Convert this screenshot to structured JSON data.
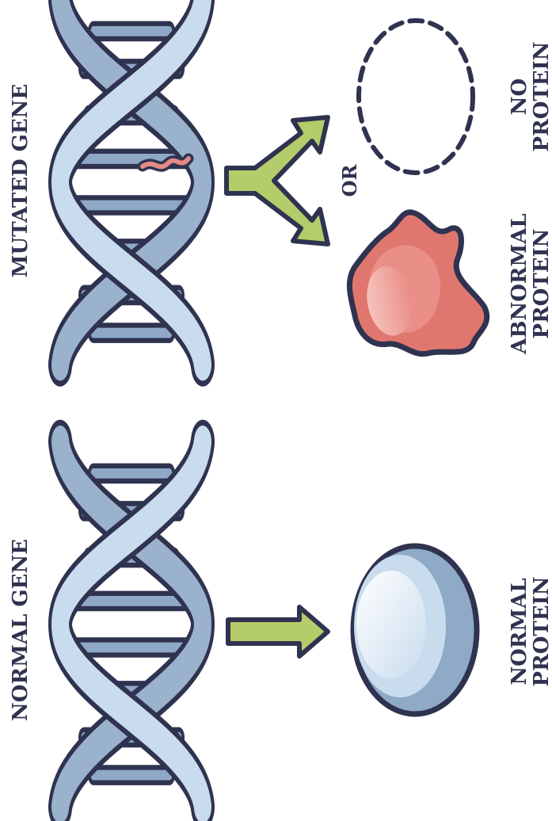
{
  "labels": {
    "normal_gene": "NORMAL GENE",
    "mutated_gene": "MUTATED GENE",
    "normal_protein_1": "NORMAL",
    "normal_protein_2": "PROTEIN",
    "abnormal_protein_1": "ABNORMAL",
    "abnormal_protein_2": "PROTEIN",
    "no_protein_1": "NO",
    "no_protein_2": "PROTEIN",
    "or": "OR"
  },
  "colors": {
    "outline": "#2f3350",
    "dna_back_strand": "#9bb2cc",
    "dna_front_strand": "#c9dcee",
    "base_pair": "#8ea8c6",
    "mutation": "#e58a84",
    "arrow": "#b5cc6a",
    "normal_protein_dark": "#8eaac6",
    "normal_protein_light": "#c9dcee",
    "abnormal_protein": "#e0776f",
    "abnormal_protein_light": "#f2aaa2",
    "text": "#2f3350"
  },
  "icons": {
    "normal_dna": "dna-double-helix-icon",
    "mutated_dna": "mutated-dna-double-helix-icon",
    "normal_arrow": "right-arrow-icon",
    "split_arrow": "forked-arrow-icon",
    "normal_protein": "oval-protein-icon",
    "abnormal_protein": "irregular-blob-protein-icon",
    "no_protein": "dashed-oval-empty-icon"
  }
}
